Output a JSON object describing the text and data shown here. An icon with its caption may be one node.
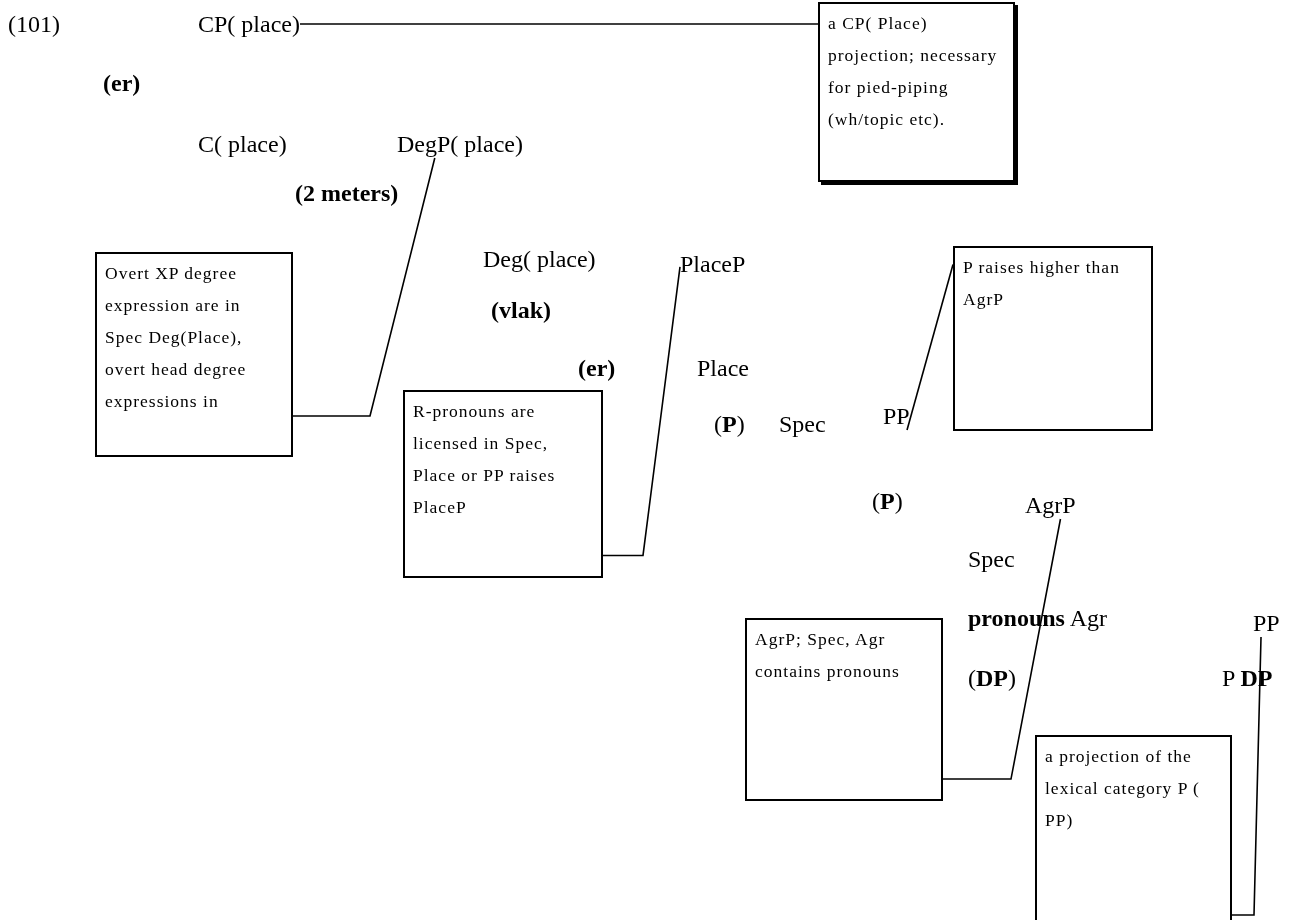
{
  "diagram": {
    "nodes": [
      {
        "text": [
          "CP( place)"
        ]
      },
      {
        "text": [
          "a CP( Place) projection; necessary for pied-piping (wh/topic etc)."
        ]
      },
      {
        "text": [
          "DegP( place)"
        ]
      },
      {
        "text": [
          "Overt XP degree expression are in Spec Deg(Place), overt head degree expressions in"
        ]
      },
      {
        "text": [
          "PlaceP"
        ]
      },
      {
        "text": [
          "R-pronouns are licensed in Spec, Place or PP raises PlaceP"
        ]
      },
      {
        "text": [
          "PP"
        ]
      },
      {
        "text": [
          "P raises higher than AgrP"
        ]
      },
      {
        "text": [
          "AgrP"
        ]
      },
      {
        "text": [
          "AgrP; Spec, Agr contains pronouns"
        ]
      },
      {
        "text": [
          "PP"
        ]
      },
      {
        "text": [
          "a projection of the lexical category P ( PP)"
        ]
      }
    ],
    "edges": [
      {
        "from": 1,
        "to": 0,
        "arrow": "none"
      },
      {
        "from": 3,
        "to": 2,
        "arrow": "none"
      },
      {
        "from": 5,
        "to": 4,
        "arrow": "none"
      },
      {
        "from": 7,
        "to": 6,
        "arrow": "none"
      },
      {
        "from": 9,
        "to": 8,
        "arrow": "none"
      },
      {
        "from": 11,
        "to": 10,
        "arrow": "none"
      }
    ],
    "labels": [
      "(101)",
      "(er)",
      "C( place)",
      "(2 meters)",
      "Deg( place)",
      "(vlak)",
      "(er)",
      "Place",
      "(**P**)",
      "Spec",
      "(**P**)",
      "Spec",
      "**pronouns** Agr",
      "(**DP**)",
      "P **DP**"
    ]
  }
}
